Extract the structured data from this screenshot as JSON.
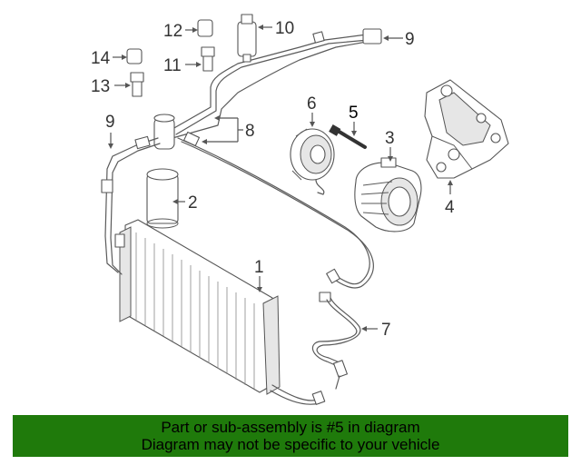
{
  "diagram": {
    "callouts": {
      "c1": "1",
      "c2": "2",
      "c3": "3",
      "c4": "4",
      "c5": "5",
      "c6": "6",
      "c7": "7",
      "c8": "8",
      "c9a": "9",
      "c9b": "9",
      "c10": "10",
      "c11": "11",
      "c12": "12",
      "c13": "13",
      "c14": "14"
    },
    "highlighted_part": "5"
  },
  "banner": {
    "line1": "Part or sub-assembly is #5 in diagram",
    "line2": "Diagram may not be specific to your vehicle",
    "background": "#1f7a0b"
  }
}
